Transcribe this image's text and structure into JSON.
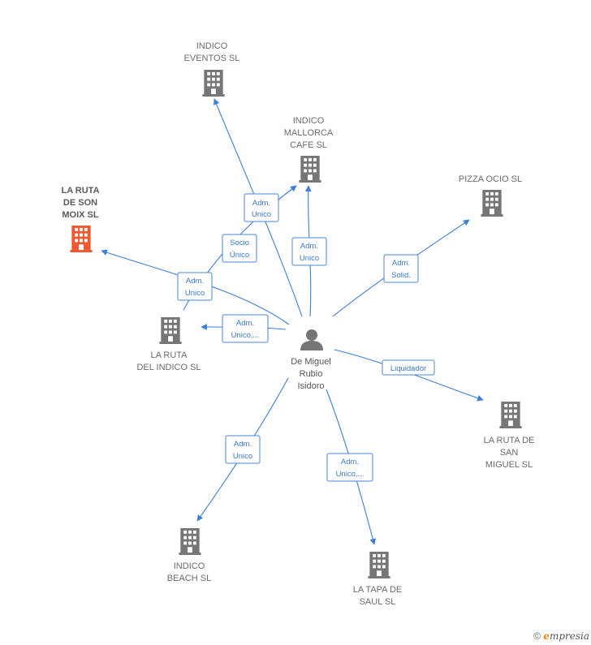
{
  "colors": {
    "edge": "#3d7fd6",
    "building": "#767676",
    "highlight": "#ef5a33",
    "label": "#6b6b6b"
  },
  "person": {
    "name_lines": [
      "De Miguel",
      "Rubio",
      "Isidoro"
    ],
    "icon": "person-icon"
  },
  "nodes": [
    {
      "id": "indico-eventos",
      "lines": [
        "INDICO",
        "EVENTOS SL"
      ],
      "highlight": false,
      "icon": "building-icon"
    },
    {
      "id": "indico-mallorca",
      "lines": [
        "INDICO",
        "MALLORCA",
        "CAFE  SL"
      ],
      "highlight": false,
      "icon": "building-icon"
    },
    {
      "id": "pizza-ocio",
      "lines": [
        "PIZZA OCIO SL"
      ],
      "highlight": false,
      "icon": "building-icon"
    },
    {
      "id": "la-ruta-son-moix",
      "lines": [
        "LA RUTA",
        "DE SON",
        "MOIX  SL"
      ],
      "highlight": true,
      "icon": "building-icon"
    },
    {
      "id": "la-ruta-indico",
      "lines": [
        "LA RUTA",
        "DEL INDICO SL"
      ],
      "highlight": false,
      "icon": "building-icon"
    },
    {
      "id": "la-ruta-san-miguel",
      "lines": [
        "LA RUTA DE",
        "SAN",
        "MIGUEL SL"
      ],
      "highlight": false,
      "icon": "building-icon"
    },
    {
      "id": "indico-beach",
      "lines": [
        "INDICO",
        "BEACH SL"
      ],
      "highlight": false,
      "icon": "building-icon"
    },
    {
      "id": "la-tapa-saul",
      "lines": [
        "LA TAPA DE",
        "SAUL  SL"
      ],
      "highlight": false,
      "icon": "building-icon"
    }
  ],
  "edges": [
    {
      "id": "e-eventos",
      "label": [
        "Adm.",
        "Unico"
      ]
    },
    {
      "id": "e-mallorca-socio",
      "label": [
        "Socio",
        "Único"
      ]
    },
    {
      "id": "e-mallorca-adm",
      "label": [
        "Adm.",
        "Unico"
      ]
    },
    {
      "id": "e-pizza",
      "label": [
        "Adm.",
        "Solid."
      ]
    },
    {
      "id": "e-sonmoix",
      "label": [
        "Adm.",
        "Unico"
      ]
    },
    {
      "id": "e-rutaindico",
      "label": [
        "Adm.",
        "Unico,..."
      ]
    },
    {
      "id": "e-sanmiguel",
      "label": [
        "Liquidador"
      ]
    },
    {
      "id": "e-beach",
      "label": [
        "Adm.",
        "Unico"
      ]
    },
    {
      "id": "e-saul",
      "label": [
        "Adm.",
        "Unico,..."
      ]
    }
  ],
  "footer": {
    "copyright": "©",
    "brand_initial": "e",
    "brand_rest": "mpresia"
  }
}
